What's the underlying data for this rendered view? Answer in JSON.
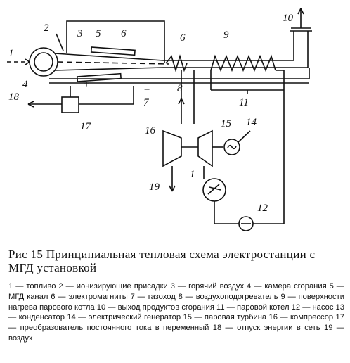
{
  "labels": {
    "n1": "1",
    "n2": "2",
    "n3": "3",
    "n4": "4",
    "n5": "5",
    "n6a": "6",
    "n6b": "6",
    "n7": "7",
    "n8": "8",
    "n9": "9",
    "n10": "10",
    "n11": "11",
    "n12": "12",
    "n13": "1",
    "n14": "14",
    "n15": "15",
    "n16": "16",
    "n17": "17",
    "n18": "18",
    "n19": "19",
    "plus": "+",
    "minus": "−"
  },
  "caption": "Рис 15 Принципиальная тепловая схема электростанции с МГД установкой",
  "legend": "1 — топливо  2 — ионизирующие присадки  3 — горячий воздух  4 — камера сгорания  5 — МГД канал  6 — электромагниты  7 — газоход  8 — воздухоподогреватель  9 — поверхности нагрева парового котла  10 — выход продуктов сгорания  11 — паровой котел  12 — насос  13 — конденсатор  14 — электрический генератор  15 — паровая турбина  16 — компрессор  17 — преобразователь постоянного тока в переменный  18 — отпуск энергии в сеть  19 — воздух"
}
